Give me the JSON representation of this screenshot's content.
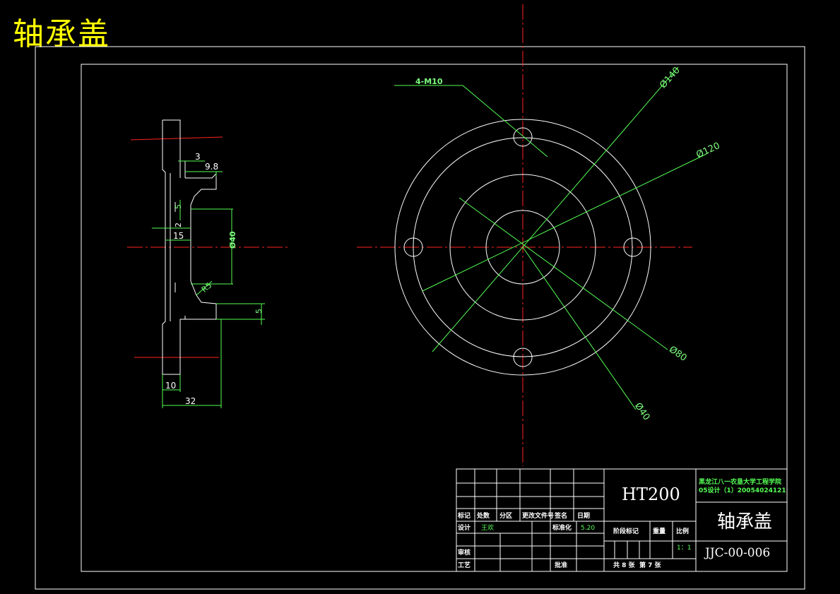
{
  "title": "轴承盖",
  "colors": {
    "background": "#000000",
    "title": "#ffff00",
    "outline": "#ffffff",
    "dimension": "#55ff55",
    "centerline": "#ff2222"
  },
  "side_view": {
    "dims": {
      "d3": "3",
      "d9_8": "9.8",
      "d5_top": "5",
      "d2": "2",
      "d15": "15",
      "d40": "Ø40",
      "r5": "R5",
      "d5_bot": "5",
      "d10": "10",
      "d32": "32"
    }
  },
  "front_view": {
    "dims": {
      "holes": "4-M10",
      "d140": "Ø140",
      "d120": "Ø120",
      "d80": "Ø80",
      "d40": "Ø40"
    }
  },
  "title_block": {
    "headers": [
      "标记",
      "处数",
      "分区",
      "更改文件号",
      "签名",
      "日期"
    ],
    "design_label": "设计",
    "designer": "王欢",
    "standardization_label": "标准化",
    "standard_date": "5.20",
    "review_label": "审核",
    "process_label": "工艺",
    "approve_label": "批准",
    "stage_label": "阶段标记",
    "weight_label": "重量",
    "scale_label": "比例",
    "scale_value": "1：1",
    "sheets_total": "共 8 张",
    "sheet_current": "第 7 张",
    "material": "HT200",
    "school_line1": "黑龙江八一农垦大学工程学院",
    "school_line2": "05设计（1）20054024121",
    "part_name": "轴承盖",
    "drawing_number": "JJC-00-006"
  }
}
